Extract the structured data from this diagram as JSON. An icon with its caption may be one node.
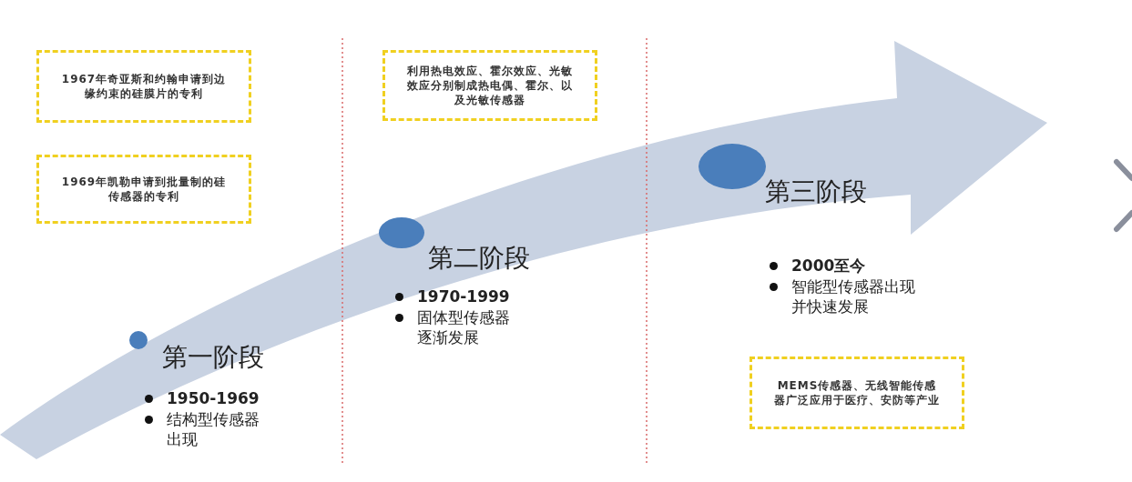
{
  "diagram": {
    "nodes": [
      {
        "text": [
          "1967年奇亚斯和约翰申请到边缘约束的硅膜片的专利"
        ]
      },
      {
        "text": [
          "1969年凯勒申请到批量制的硅传感器的专利"
        ]
      },
      {
        "text": [
          "利用热电效应、霍尔效应、光敏效应分别制成热电偶、霍尔、以及光敏传感器"
        ]
      },
      {
        "text": [
          "MEMS传感器、无线智能传感器广泛应用于医疗、安防等产业"
        ]
      }
    ],
    "labels": [
      "第一阶段",
      "1950-1969",
      "结构型传感器出现",
      "第二阶段",
      "1970-1999",
      "固体型传感器逐渐发展",
      "第三阶段",
      "2000至今",
      "智能型传感器出现并快速发展"
    ]
  }
}
